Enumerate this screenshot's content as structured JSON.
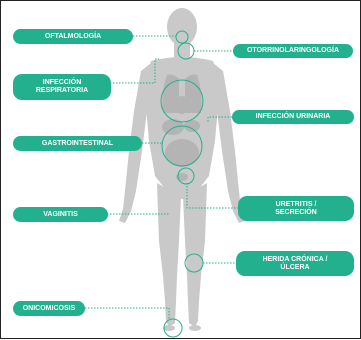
{
  "colors": {
    "label_bg": "#23b08f",
    "label_text": "#ffffff",
    "body": "#c9c9c9",
    "organs": "#b4b4b4",
    "connector": "#23b08f"
  },
  "labels": {
    "oftalmologia": "OFTALMOLOGÍA",
    "otorrinolaringologia": "OTORRINOLARINGOLOGÍA",
    "infeccion_respiratoria": "INFECCIÓN\nRESPIRATORIA",
    "infeccion_urinaria": "INFECCIÓN URINARIA",
    "gastrointestinal": "GASTROINTESTINAL",
    "vaginitis": "VAGINITIS",
    "uretritis_secrecion": "URETRITIS /\nSECRECIÓN",
    "herida_cronica_ulcera": "HERIDA CRÓNICA /\nÚLCERA",
    "onicomicosis": "ONICOMICOSIS"
  }
}
